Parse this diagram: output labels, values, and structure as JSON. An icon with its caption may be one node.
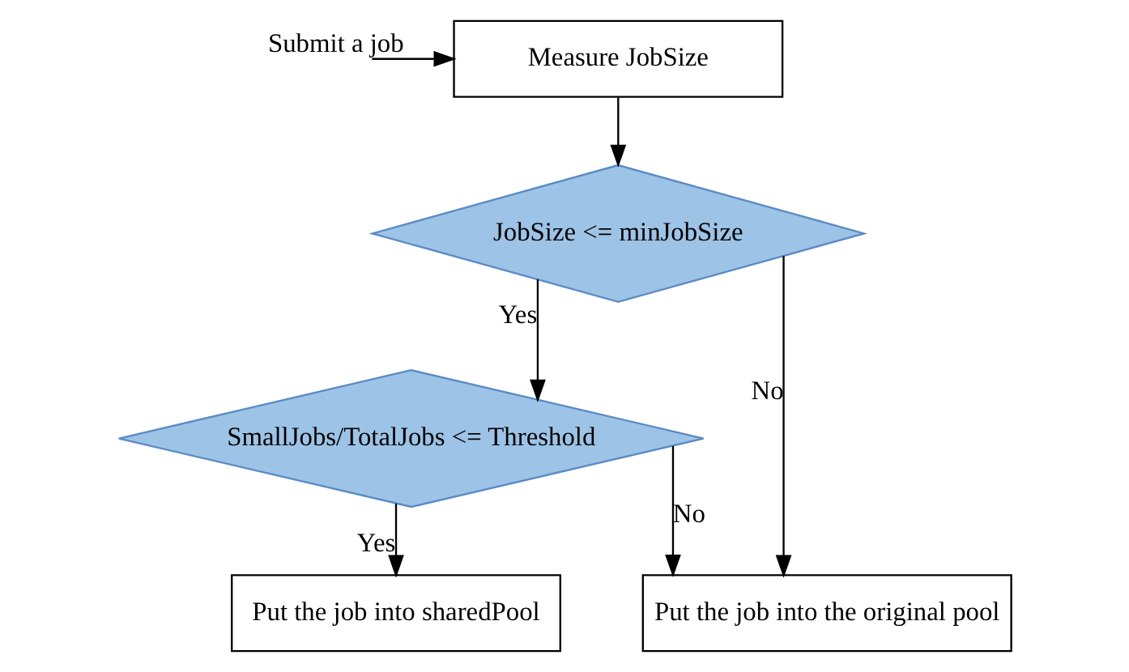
{
  "diagram": {
    "nodes": [
      {
        "text": [
          "Measure JobSize"
        ]
      },
      {
        "text": [
          "JobSize <= minJobSize"
        ]
      },
      {
        "text": [
          "SmallJobs/TotalJobs <= Threshold"
        ]
      },
      {
        "text": [
          "Put the job into sharedPool"
        ]
      },
      {
        "text": [
          "Put the job into the original pool"
        ]
      }
    ],
    "edges": [
      {
        "from": null,
        "to": 0,
        "arrow": "to",
        "label": "Submit a job"
      },
      {
        "from": 0,
        "to": 1,
        "arrow": "to"
      },
      {
        "from": 1,
        "to": 2,
        "arrow": "to",
        "label": "Yes"
      },
      {
        "from": 1,
        "to": 4,
        "arrow": "to",
        "label": "No"
      },
      {
        "from": 2,
        "to": 3,
        "arrow": "to",
        "label": "Yes"
      },
      {
        "from": 2,
        "to": 4,
        "arrow": "to",
        "label": "No"
      }
    ]
  }
}
